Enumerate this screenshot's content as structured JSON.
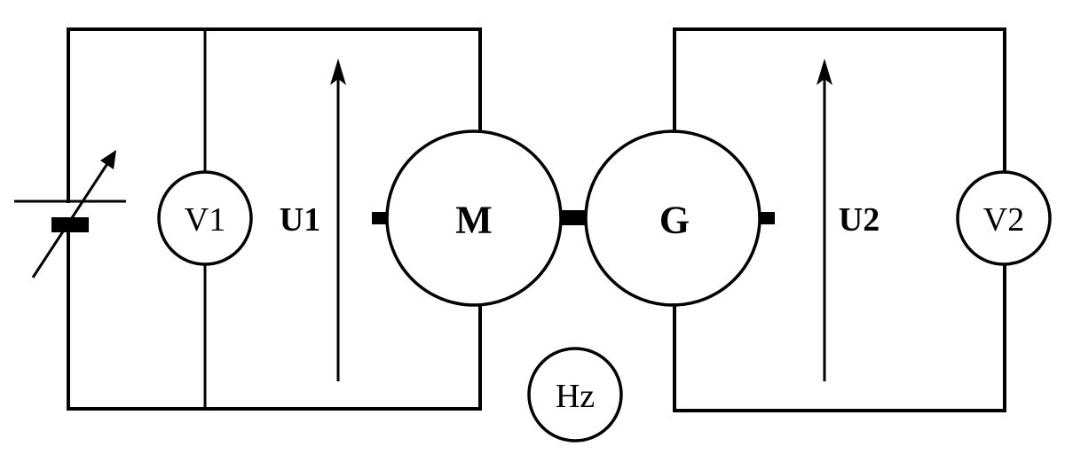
{
  "diagram": {
    "type": "circuit",
    "description": "Motor-generator set: variable DC source drives motor M, mechanically coupled to generator G",
    "components": {
      "source": {
        "kind": "variable-dc-source",
        "name": "variable voltage source"
      },
      "voltmeter_1": {
        "kind": "voltmeter",
        "label": "V1"
      },
      "voltage_1": {
        "kind": "voltage-arrow",
        "label": "U1"
      },
      "motor": {
        "kind": "machine",
        "label": "M"
      },
      "generator": {
        "kind": "machine",
        "label": "G"
      },
      "voltage_2": {
        "kind": "voltage-arrow",
        "label": "U2"
      },
      "voltmeter_2": {
        "kind": "voltmeter",
        "label": "V2"
      },
      "frequency_meter": {
        "kind": "frequency-meter",
        "label": "Hz"
      }
    },
    "connections": [
      [
        "source",
        "voltmeter_1"
      ],
      [
        "voltmeter_1",
        "motor"
      ],
      [
        "motor",
        "generator",
        "mechanical-shaft"
      ],
      [
        "generator",
        "voltmeter_2"
      ]
    ],
    "colors": {
      "line": "#000000",
      "background": "#ffffff"
    }
  }
}
